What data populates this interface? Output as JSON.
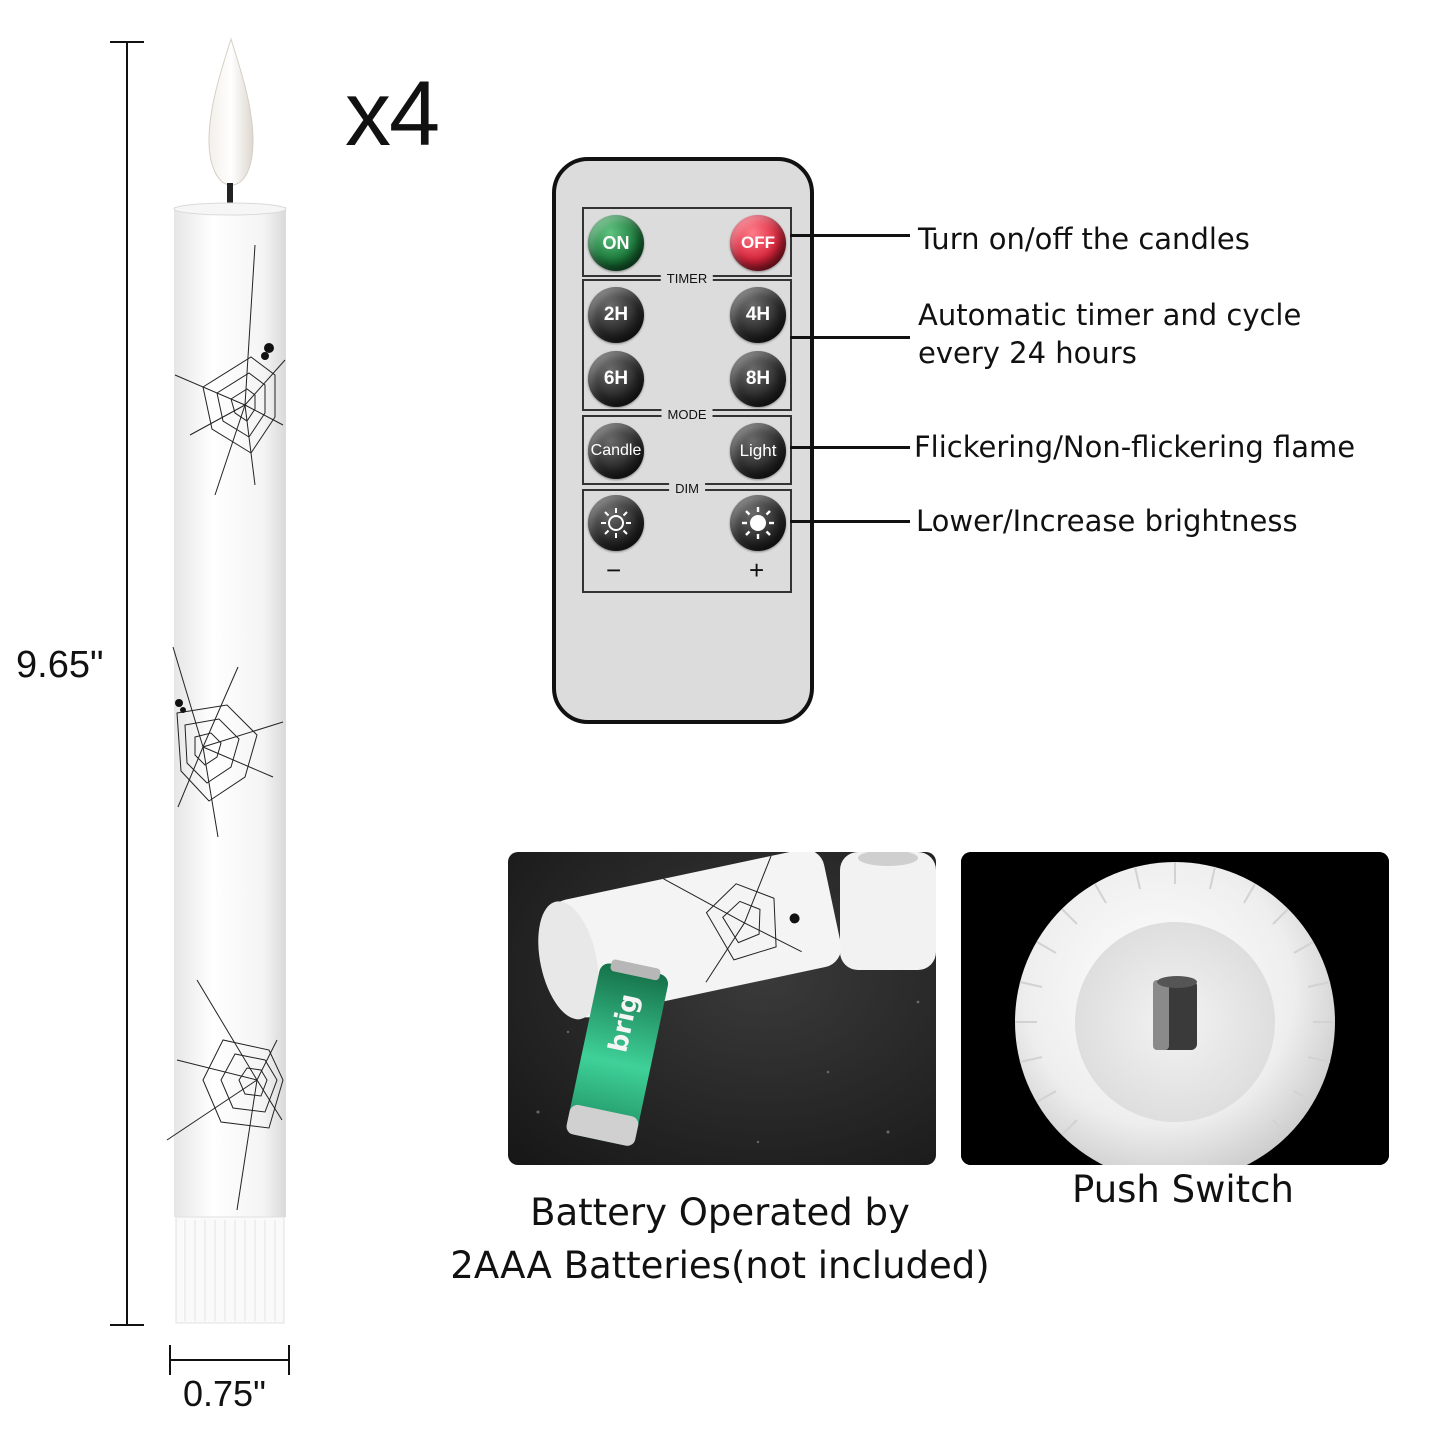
{
  "quantity_label": "x4",
  "dimensions": {
    "height": "9.65\"",
    "width": "0.75\""
  },
  "remote": {
    "power": {
      "on": "ON",
      "off": "OFF"
    },
    "timer": {
      "title": "TIMER",
      "buttons": [
        "2H",
        "4H",
        "6H",
        "8H"
      ]
    },
    "mode": {
      "title": "MODE",
      "buttons": [
        "Candle",
        "Light"
      ]
    },
    "dim": {
      "title": "DIM",
      "minus": "−",
      "plus": "+"
    }
  },
  "callouts": [
    "Turn on/off the candles",
    "Automatic timer and cycle every 24 hours",
    "Flickering/Non-flickering flame",
    "Lower/Increase brightness"
  ],
  "photo_battery": {
    "brand_text": "brig",
    "caption_line1": "Battery Operated by",
    "caption_line2": "2AAA Batteries(not included)"
  },
  "photo_switch": {
    "caption": "Push Switch"
  },
  "colors": {
    "on_button": "#1c7a3b",
    "off_button": "#d8253b",
    "remote_body": "#dcdcdc",
    "battery": "#2bb07a"
  }
}
